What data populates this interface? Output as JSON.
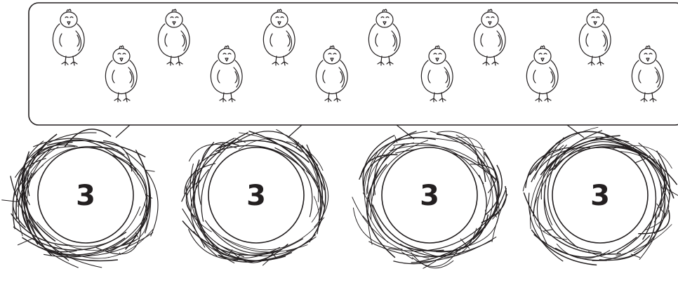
{
  "chick_count": 12,
  "nests": [
    {
      "number": "3"
    },
    {
      "number": "3"
    },
    {
      "number": "3"
    },
    {
      "number": "3"
    }
  ],
  "icons": {
    "chick": "chick-icon",
    "nest": "nest-icon"
  },
  "colors": {
    "line": "#231f20",
    "background": "#ffffff"
  }
}
